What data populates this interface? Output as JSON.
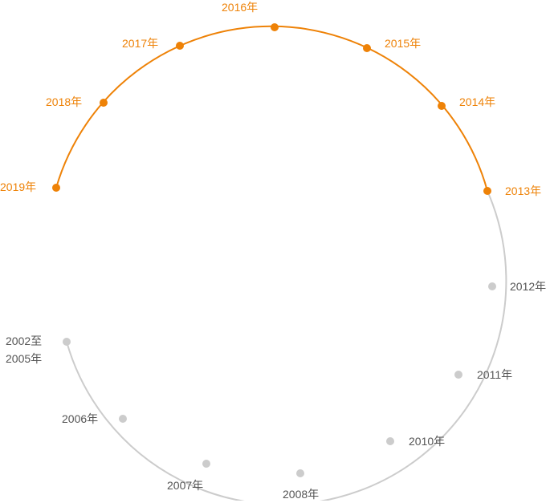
{
  "colors": {
    "active": "#EE8207",
    "inactive": "#CCCCCC",
    "inactive_text": "#555555"
  },
  "milestones": [
    {
      "label": "2002至",
      "label2": "2005年",
      "active": false
    },
    {
      "label": "2006年",
      "active": false
    },
    {
      "label": "2007年",
      "active": false
    },
    {
      "label": "2008年",
      "active": false
    },
    {
      "label": "2010年",
      "active": false
    },
    {
      "label": "2011年",
      "active": false
    },
    {
      "label": "2012年",
      "active": false
    },
    {
      "label": "2013年",
      "active": true
    },
    {
      "label": "2014年",
      "active": true
    },
    {
      "label": "2015年",
      "active": true
    },
    {
      "label": "2016年",
      "active": true
    },
    {
      "label": "2017年",
      "active": true
    },
    {
      "label": "2018年",
      "active": true
    },
    {
      "label": "2019年",
      "active": true
    }
  ]
}
